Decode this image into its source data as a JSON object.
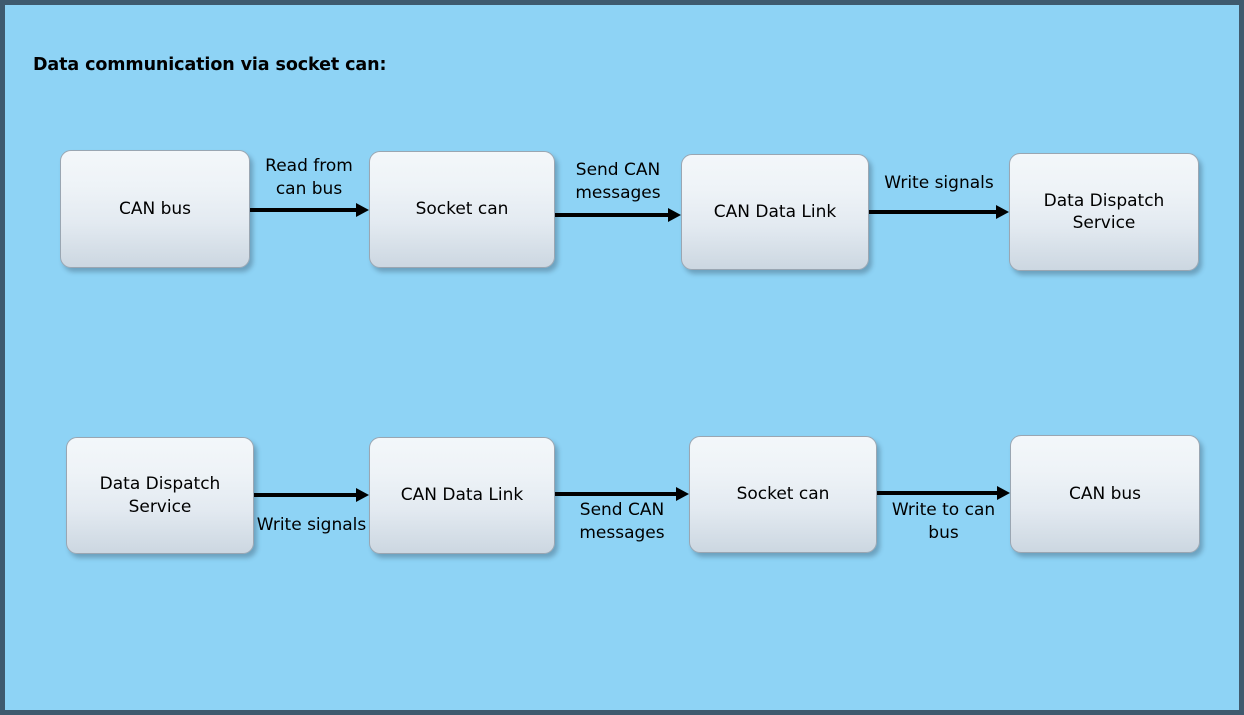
{
  "page": {
    "title": "Data communication via socket can:",
    "background_color": "#8ed3f5",
    "frame_color": "#3f5a6e",
    "node_fill_top": "#f3f7fa",
    "node_fill_bottom": "#ccd7e1",
    "node_border_color": "#9aa6b2",
    "arrow_color": "#000000",
    "text_color": "#000000"
  },
  "flows": [
    {
      "id": "receive-flow",
      "nodes": [
        {
          "id": "can-bus-in",
          "label": "CAN bus"
        },
        {
          "id": "socket-can-in",
          "label": "Socket can"
        },
        {
          "id": "can-data-link-in",
          "label": "CAN Data Link"
        },
        {
          "id": "data-dispatch-service-in",
          "label": "Data Dispatch\nService"
        }
      ],
      "edges": [
        {
          "id": "edge-read-from-can-bus",
          "label": "Read from\ncan bus",
          "label_position": "above"
        },
        {
          "id": "edge-send-can-messages",
          "label": "Send CAN\nmessages",
          "label_position": "above"
        },
        {
          "id": "edge-write-signals",
          "label": "Write signals",
          "label_position": "above"
        }
      ]
    },
    {
      "id": "transmit-flow",
      "nodes": [
        {
          "id": "data-dispatch-service-out",
          "label": "Data Dispatch\nService"
        },
        {
          "id": "can-data-link-out",
          "label": "CAN Data Link"
        },
        {
          "id": "socket-can-out",
          "label": "Socket can"
        },
        {
          "id": "can-bus-out",
          "label": "CAN bus"
        }
      ],
      "edges": [
        {
          "id": "edge-write-signals-2",
          "label": "Write signals",
          "label_position": "below"
        },
        {
          "id": "edge-send-can-messages-2",
          "label": "Send CAN\nmessages",
          "label_position": "below"
        },
        {
          "id": "edge-write-to-can-bus",
          "label": "Write to can\nbus",
          "label_position": "below"
        }
      ]
    }
  ]
}
